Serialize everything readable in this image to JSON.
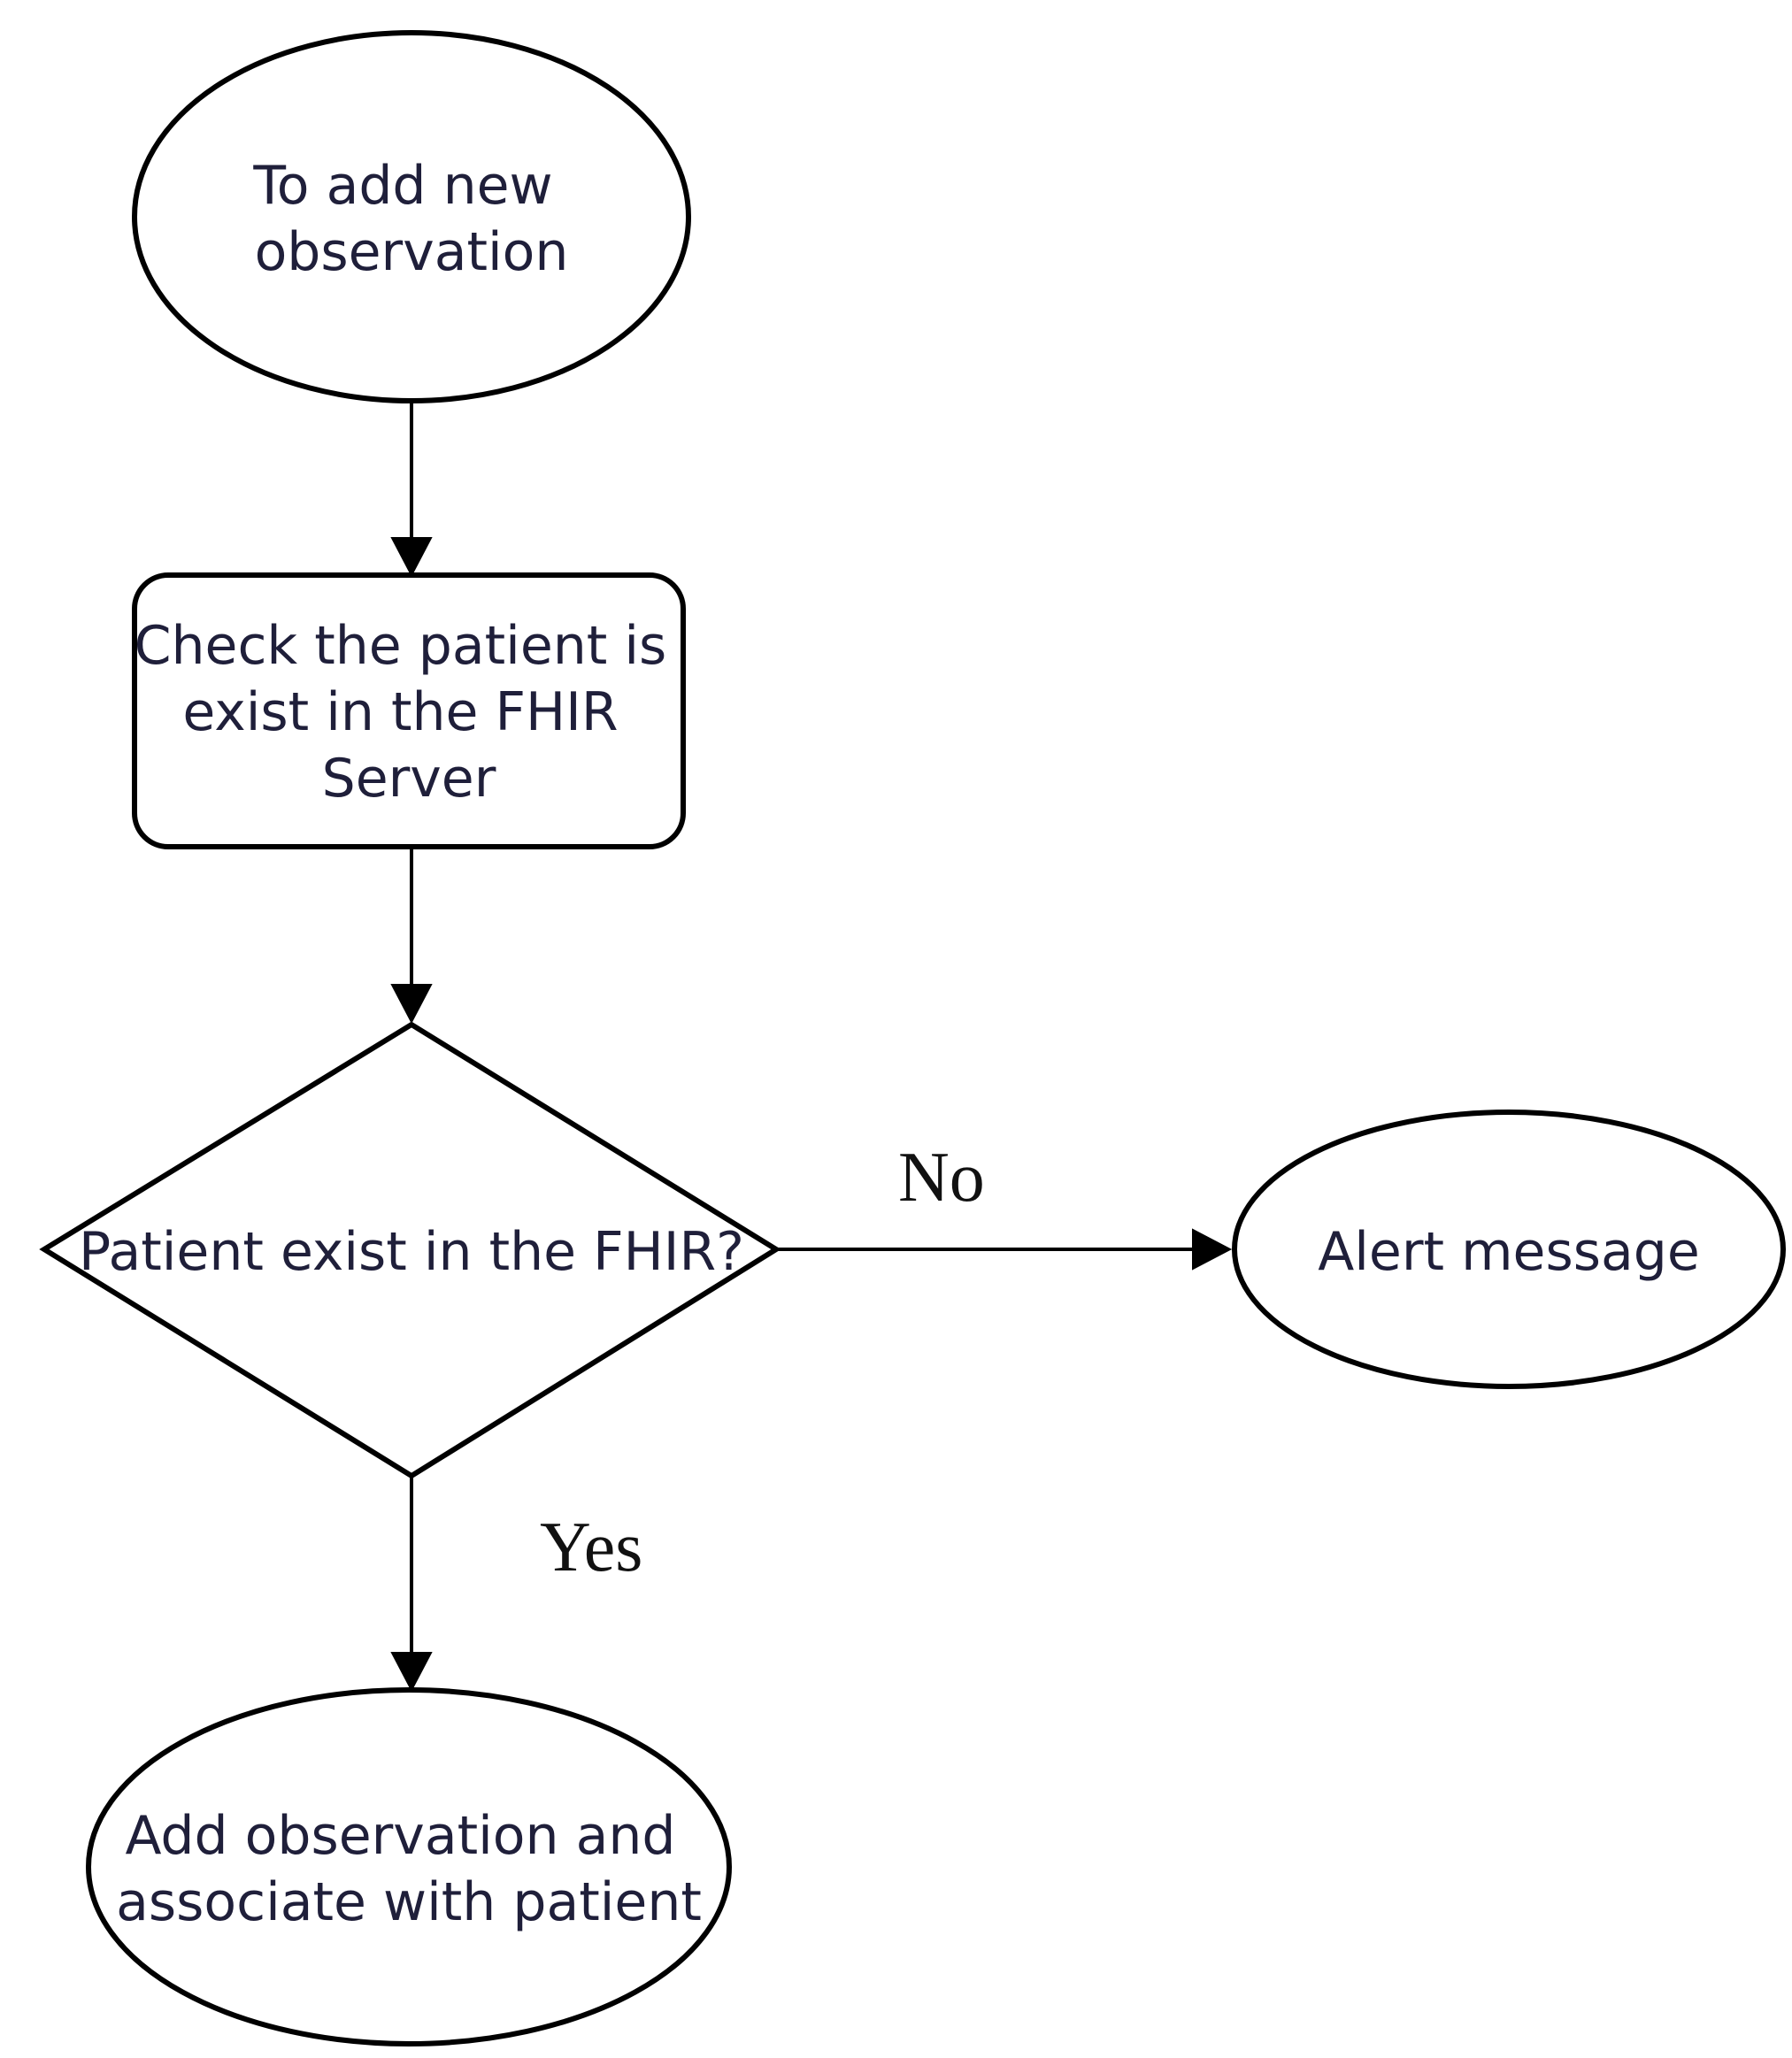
{
  "nodes": {
    "start": {
      "shape": "ellipse",
      "lines": [
        "To add new",
        "observation"
      ]
    },
    "check": {
      "shape": "rounded-rectangle",
      "lines": [
        "Check the patient is",
        "exist in the FHIR",
        "Server"
      ]
    },
    "decision": {
      "shape": "diamond",
      "lines": [
        "Patient exist in the FHIR?"
      ]
    },
    "alert": {
      "shape": "ellipse",
      "lines": [
        "Alert message"
      ]
    },
    "add": {
      "shape": "ellipse",
      "lines": [
        "Add observation and",
        "associate with patient"
      ]
    }
  },
  "edges": [
    {
      "from": "start",
      "to": "check",
      "label": ""
    },
    {
      "from": "check",
      "to": "decision",
      "label": ""
    },
    {
      "from": "decision",
      "to": "alert",
      "label": "No"
    },
    {
      "from": "decision",
      "to": "add",
      "label": "Yes"
    }
  ],
  "colors": {
    "stroke": "#000000",
    "text": "#1f1f3a",
    "background": "#ffffff"
  }
}
